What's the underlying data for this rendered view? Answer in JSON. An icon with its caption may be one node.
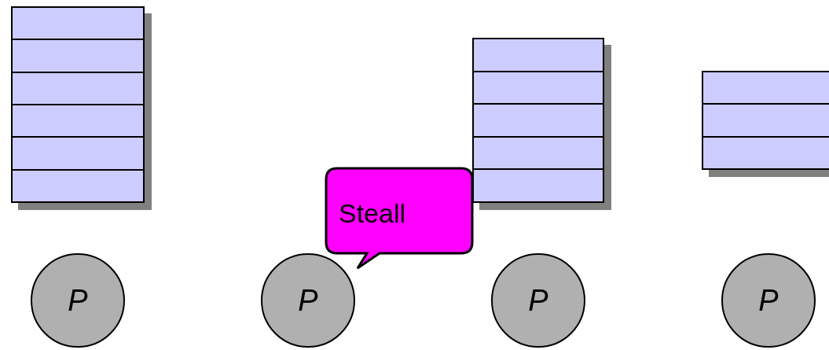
{
  "diagram": {
    "nodes": [
      {
        "text": [],
        "shape": "box"
      },
      {
        "text": [],
        "shape": "box",
        "in": 0
      },
      {
        "text": [],
        "shape": "box",
        "in": 0
      },
      {
        "text": [],
        "shape": "box",
        "in": 0
      },
      {
        "text": [],
        "shape": "box",
        "in": 0
      },
      {
        "text": [],
        "shape": "box",
        "in": 0
      },
      {
        "text": [],
        "shape": "box",
        "in": 0
      },
      {
        "text": [],
        "shape": "box"
      },
      {
        "text": [],
        "shape": "box",
        "in": 7
      },
      {
        "text": [],
        "shape": "box",
        "in": 7
      },
      {
        "text": [],
        "shape": "box",
        "in": 7
      },
      {
        "text": [],
        "shape": "box",
        "in": 7
      },
      {
        "text": [],
        "shape": "box",
        "in": 7
      },
      {
        "text": [],
        "shape": "box"
      },
      {
        "text": [],
        "shape": "box",
        "in": 13
      },
      {
        "text": [],
        "shape": "box",
        "in": 13
      },
      {
        "text": [],
        "shape": "box",
        "in": 13
      },
      {
        "text": [
          "Steall"
        ]
      },
      {
        "text": [
          "P"
        ]
      },
      {
        "text": [
          "P"
        ]
      },
      {
        "text": [
          "P"
        ]
      },
      {
        "text": [
          "P"
        ]
      }
    ]
  }
}
